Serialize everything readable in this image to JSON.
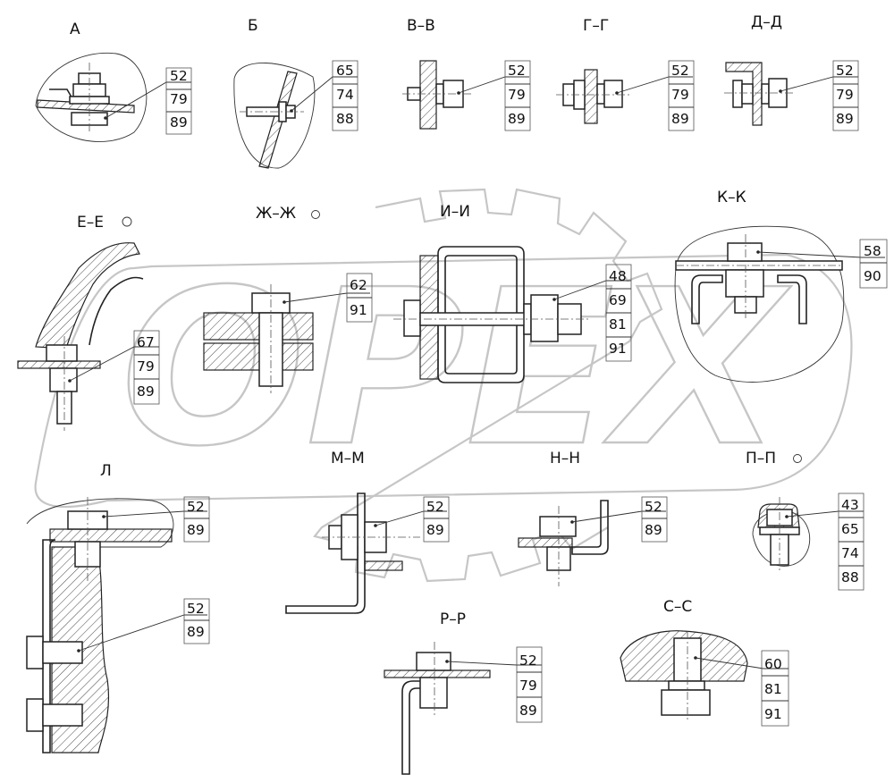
{
  "watermark": {
    "text": "OPEX"
  },
  "views": [
    {
      "id": "A",
      "label": "А",
      "callout": [
        "52",
        "79",
        "89"
      ]
    },
    {
      "id": "B",
      "label": "Б",
      "callout": [
        "65",
        "74",
        "88"
      ]
    },
    {
      "id": "VV",
      "label": "В–В",
      "callout": [
        "52",
        "79",
        "89"
      ]
    },
    {
      "id": "GG",
      "label": "Г–Г",
      "callout": [
        "52",
        "79",
        "89"
      ]
    },
    {
      "id": "DD",
      "label": "Д–Д",
      "callout": [
        "52",
        "79",
        "89"
      ]
    },
    {
      "id": "EE",
      "label": "Е–Е",
      "callout": [
        "67",
        "79",
        "89"
      ]
    },
    {
      "id": "ZhZh",
      "label": "Ж–Ж",
      "callout": [
        "62",
        "91"
      ]
    },
    {
      "id": "II",
      "label": "И–И",
      "callout": [
        "48",
        "69",
        "81",
        "91"
      ]
    },
    {
      "id": "KK",
      "label": "К–К",
      "callout": [
        "58",
        "90"
      ]
    },
    {
      "id": "L",
      "label": "Л",
      "callout": [
        "52",
        "89"
      ],
      "callout2": [
        "52",
        "89"
      ]
    },
    {
      "id": "MM",
      "label": "М–М",
      "callout": [
        "52",
        "89"
      ]
    },
    {
      "id": "NN",
      "label": "Н–Н",
      "callout": [
        "52",
        "89"
      ]
    },
    {
      "id": "PP",
      "label": "П–П",
      "callout": [
        "43",
        "65",
        "74",
        "88"
      ]
    },
    {
      "id": "RR",
      "label": "Р–Р",
      "callout": [
        "52",
        "79",
        "89"
      ]
    },
    {
      "id": "SS",
      "label": "С–С",
      "callout": [
        "60",
        "81",
        "91"
      ]
    }
  ]
}
